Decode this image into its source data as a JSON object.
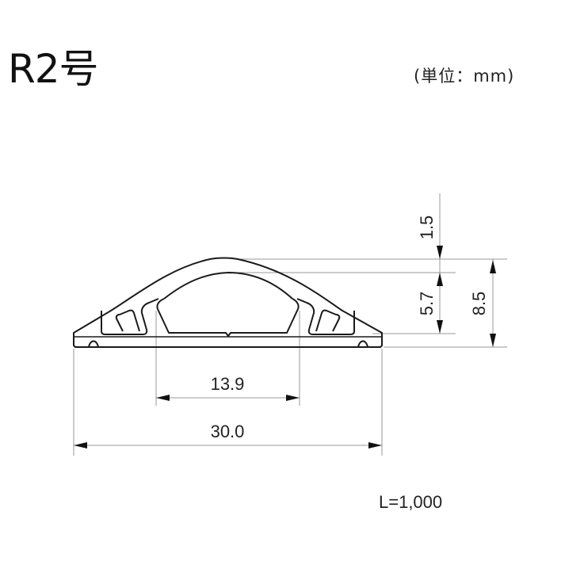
{
  "title": "R2号",
  "unit_label": "(単位：mm)",
  "length_label": "L=1,000",
  "profile": {
    "name": "cable-protector-half-round-profile",
    "stroke_color": "#1a1a1a",
    "dimension_line_color": "#9a9a9a"
  },
  "dimensions": {
    "top_thickness": "1.5",
    "inner_height": "5.7",
    "total_height": "8.5",
    "inner_width": "13.9",
    "total_width": "30.0"
  }
}
